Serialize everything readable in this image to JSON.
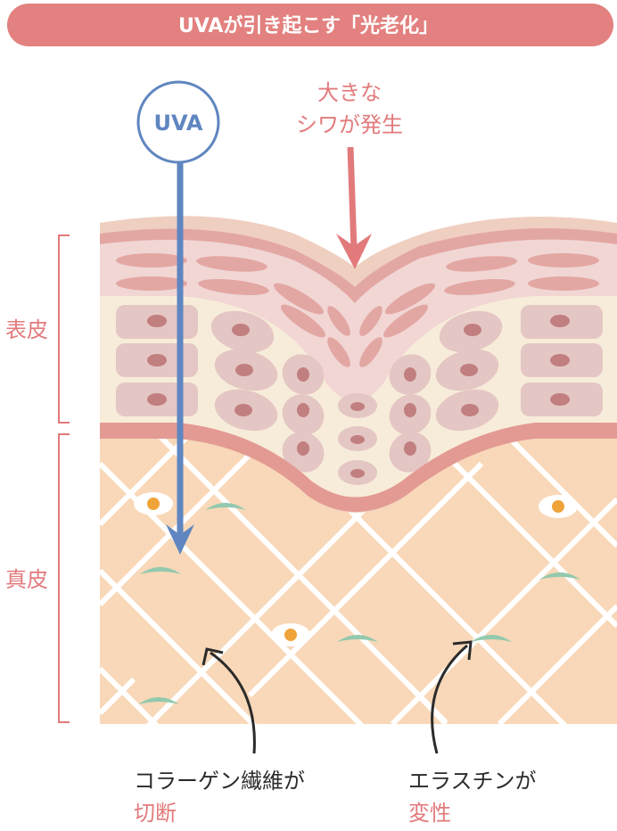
{
  "header": {
    "title": "UVAが引き起こす「光老化」"
  },
  "uva_label": "UVA",
  "wrinkle_label": {
    "line1": "大きな",
    "line2": "シワが発生"
  },
  "layers": {
    "epidermis": "表皮",
    "dermis": "真皮"
  },
  "collagen_label": {
    "line1": "コラーゲン繊維が",
    "line2": "切断"
  },
  "elastin_label": {
    "line1": "エラスチンが",
    "line2": "変性"
  },
  "colors": {
    "header": "#e2817f",
    "uva": "#5f86c0",
    "accent": "#e27a7c",
    "dermis": "#f8d8b8",
    "epidermis": "#f7ecd9",
    "horny": "#f1d6d4",
    "elastin": "#93c9ae",
    "fibroblast": "#efa43a"
  }
}
